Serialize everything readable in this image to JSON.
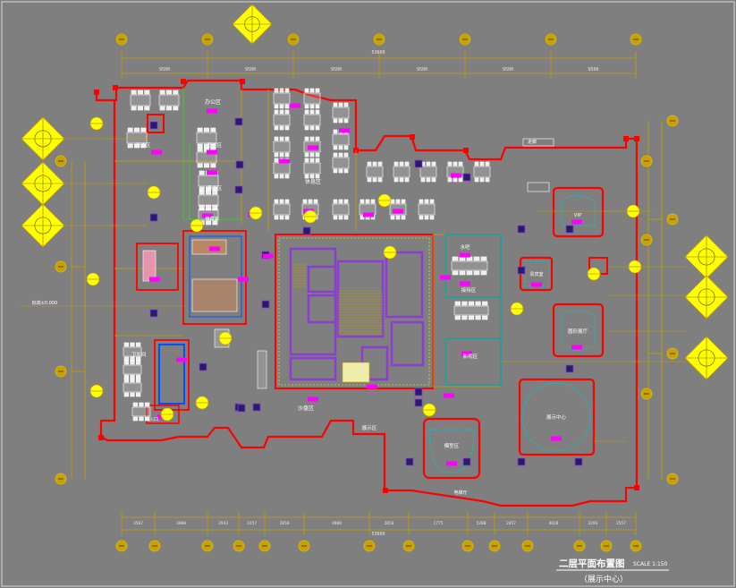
{
  "title": {
    "main": "二层平面布置图",
    "scale": "SCALE 1:150",
    "sub": "（展示中心）"
  },
  "colors": {
    "background": "#7f7f7f",
    "wall": "#ff0000",
    "dimension": "#c8a000",
    "annotation": "#ffff00",
    "room_outline": "#ff0000",
    "furniture": "#ffffff",
    "stair": "#8a3fd1",
    "tag": "#ff00ff"
  },
  "dims": {
    "top_total": "53600",
    "top_segments": [
      "9500",
      "9500",
      "9500",
      "9500",
      "9500",
      "9500"
    ],
    "bottom_total": "53600",
    "bottom_segments": [
      "3507",
      "3900",
      "2943",
      "2457",
      "2850",
      "4800",
      "2850",
      "2775",
      "5200",
      "2457",
      "4818",
      "3293",
      "2557"
    ]
  },
  "rooms": {
    "vip_room": "VIP",
    "sand_table_area": "沙盘区",
    "model_area": "模型区",
    "meeting": "洽谈区",
    "negotiation": "签约区",
    "office": "办公区",
    "exhibition": "展示区",
    "reception": "接待区",
    "lounge": "休息区",
    "video_room": "影视区",
    "bar": "水吧",
    "display_center": "展示中心",
    "round_room": "圆形展厅",
    "corridor": "走廊",
    "restroom": "卫生间",
    "staff": "员工区",
    "storage": "储藏室",
    "entrance": "入口",
    "lift": "电梯厅",
    "level_note": "标高±0.000",
    "vip_small": "贵宾室"
  }
}
